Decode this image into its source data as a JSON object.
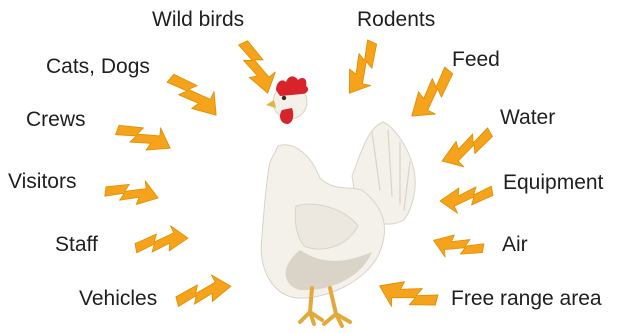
{
  "labels": {
    "wild_birds": "Wild birds",
    "rodents": "Rodents",
    "cats_dogs": "Cats, Dogs",
    "feed": "Feed",
    "crews": "Crews",
    "water": "Water",
    "visitors": "Visitors",
    "equipment": "Equipment",
    "staff": "Staff",
    "air": "Air",
    "vehicles": "Vehicles",
    "free_range_area": "Free range area"
  },
  "colors": {
    "arrow": "#F5A31A",
    "arrow_stroke": "#E08C00",
    "text": "#1f1f1f",
    "hen_body": "#F4F1EB",
    "hen_shadow": "#D9D3C8",
    "comb": "#D8232A",
    "beak": "#E7B23B",
    "legs": "#E3A93A"
  },
  "icons": {
    "arrow": "zigzag-lightning-arrow-icon",
    "hen": "white-hen-icon"
  }
}
